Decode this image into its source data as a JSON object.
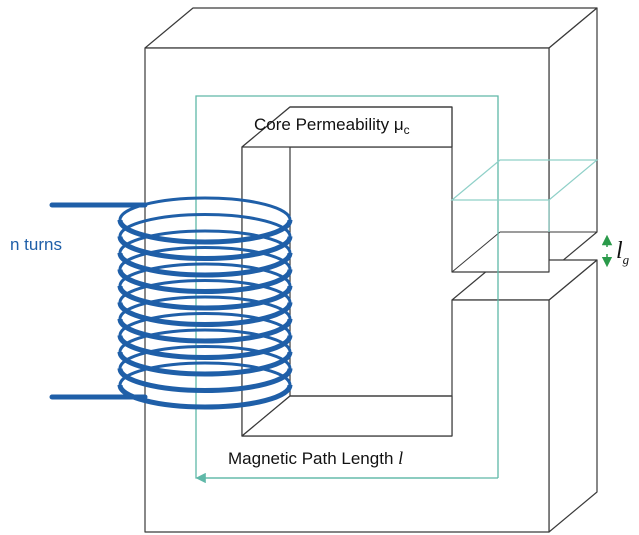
{
  "labels": {
    "core_permeability": "Core Permeability μ",
    "core_permeability_sub": "c",
    "n_turns": "n turns",
    "path_length": "Magnetic Path Length ",
    "path_length_symbol": "l",
    "gap_symbol": "l",
    "gap_sub": "g"
  },
  "colors": {
    "core_edge": "#3a3a3a",
    "coil": "#1f5fa8",
    "path": "#5fb8a8",
    "gap_arrow": "#2a9a4a"
  }
}
